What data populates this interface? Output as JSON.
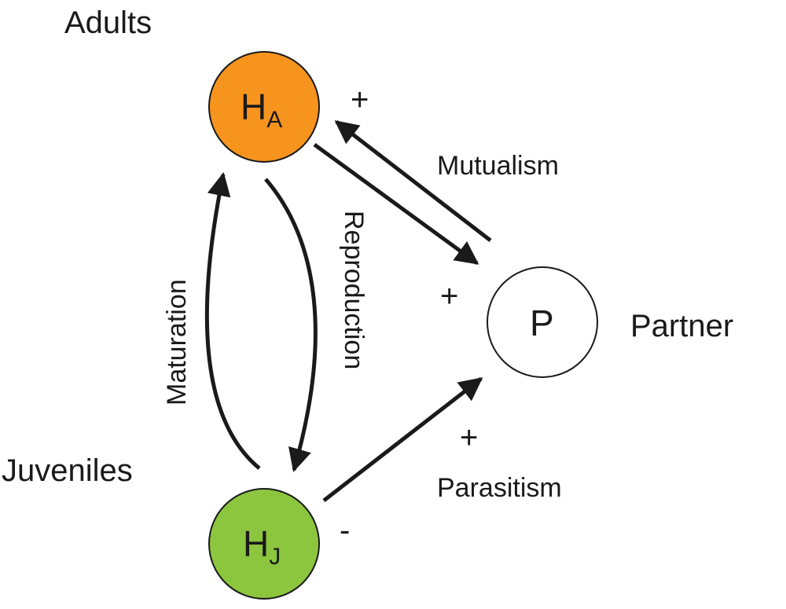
{
  "nodes": {
    "adults": {
      "label": "Adults",
      "symbol": "H",
      "subscript": "A",
      "color": "#f7941d"
    },
    "juveniles": {
      "label": "Juveniles",
      "symbol": "H",
      "subscript": "J",
      "color": "#8cc63f"
    },
    "partner": {
      "label": "Partner",
      "symbol": "P",
      "color": "#ffffff"
    }
  },
  "edges": {
    "mutualism": "Mutualism",
    "reproduction": "Reproduction",
    "maturation": "Maturation",
    "parasitism": "Parasitism"
  },
  "signs": {
    "adults_effect": "+",
    "partner_from_adults": "+",
    "partner_from_juveniles": "+",
    "juveniles_effect": "-"
  }
}
